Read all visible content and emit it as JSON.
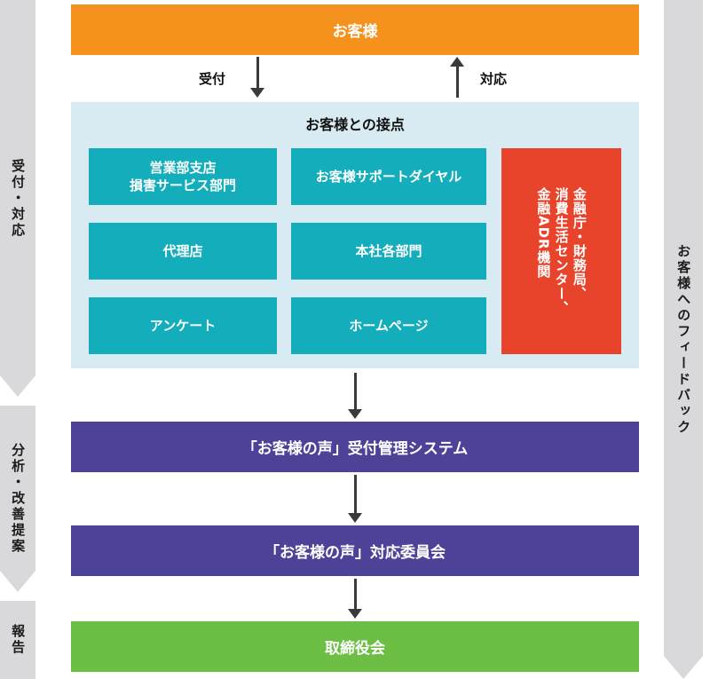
{
  "colors": {
    "orange": "#f5921e",
    "light_blue": "#d8ebf2",
    "teal": "#14adbc",
    "red": "#e8442c",
    "purple": "#4c4398",
    "green": "#6cbe45",
    "gray_ribbon": "#d9d9db",
    "arrow": "#3a3a3c"
  },
  "left_ribbons": [
    {
      "label": "受付・対応"
    },
    {
      "label": "分析・改善提案"
    },
    {
      "label": "報告"
    }
  ],
  "right_ribbon": {
    "label": "お客様へのフィードバック"
  },
  "flow": {
    "customer": "お客様",
    "reception_label": "受付",
    "response_label": "対応",
    "contact_title": "お客様との接点",
    "contact_boxes": [
      "営業部支店\n損害サービス部門",
      "お客様サポートダイヤル",
      "代理店",
      "本社各部門",
      "アンケート",
      "ホームページ"
    ],
    "external_box": "金融庁・財務局、\n消費生活センター、\n金融ADR機関",
    "system": "「お客様の声」受付管理システム",
    "committee": "「お客様の声」対応委員会",
    "board": "取締役会"
  }
}
